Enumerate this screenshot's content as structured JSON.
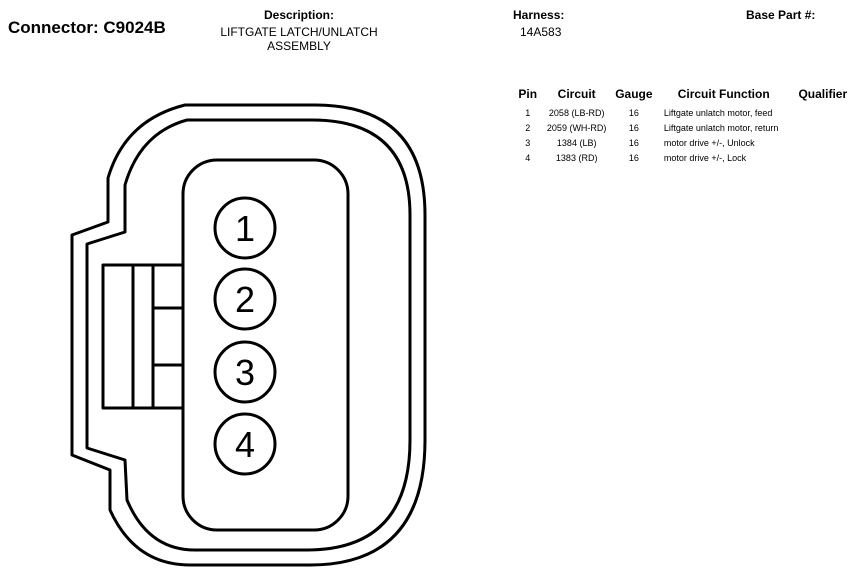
{
  "connector": {
    "title": "Connector: C9024B"
  },
  "description": {
    "label": "Description:",
    "value": "LIFTGATE LATCH/UNLATCH ASSEMBLY"
  },
  "harness": {
    "label": "Harness:",
    "value": "14A583"
  },
  "base_part": {
    "label": "Base Part #:",
    "value": ""
  },
  "pin_table": {
    "headers": [
      "Pin",
      "Circuit",
      "Gauge",
      "Circuit Function",
      "Qualifier"
    ],
    "rows": [
      {
        "pin": "1",
        "circuit": "2058 (LB-RD)",
        "gauge": "16",
        "function": "Liftgate unlatch motor, feed",
        "qualifier": ""
      },
      {
        "pin": "2",
        "circuit": "2059 (WH-RD)",
        "gauge": "16",
        "function": "Liftgate unlatch motor, return",
        "qualifier": ""
      },
      {
        "pin": "3",
        "circuit": "1384 (LB)",
        "gauge": "16",
        "function": "motor drive +/-, Unlock",
        "qualifier": ""
      },
      {
        "pin": "4",
        "circuit": "1383 (RD)",
        "gauge": "16",
        "function": "motor drive +/-, Lock",
        "qualifier": ""
      }
    ]
  },
  "diagram": {
    "pins": [
      "1",
      "2",
      "3",
      "4"
    ]
  }
}
